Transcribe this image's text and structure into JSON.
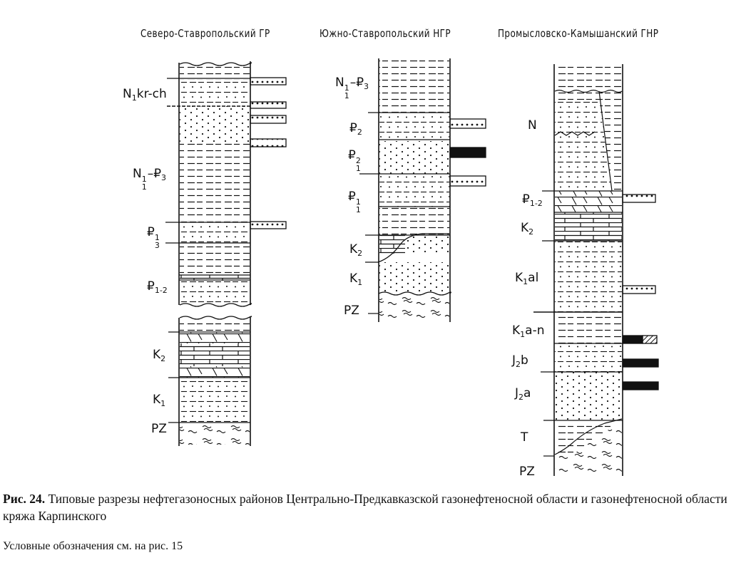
{
  "columns": [
    {
      "title": "Северо-Ставропольский ГР",
      "labels": [
        {
          "id": "n1krch",
          "parts": [
            [
              "t",
              "N"
            ],
            [
              "sub",
              "1"
            ],
            [
              "t",
              "kr-ch"
            ]
          ]
        },
        {
          "id": "n1p3",
          "parts": [
            [
              "t",
              "N"
            ],
            [
              "ss",
              "1",
              "1"
            ],
            [
              "t",
              "–₽"
            ],
            [
              "sub",
              "3"
            ]
          ]
        },
        {
          "id": "p31",
          "parts": [
            [
              "t",
              "₽"
            ],
            [
              "ss",
              "1",
              "3"
            ]
          ]
        },
        {
          "id": "p12",
          "parts": [
            [
              "t",
              "₽"
            ],
            [
              "sub",
              "1-2"
            ]
          ]
        },
        {
          "id": "k2",
          "parts": [
            [
              "t",
              "K"
            ],
            [
              "sub",
              "2"
            ]
          ]
        },
        {
          "id": "k1",
          "parts": [
            [
              "t",
              "K"
            ],
            [
              "sub",
              "1"
            ]
          ]
        },
        {
          "id": "pz",
          "parts": [
            [
              "t",
              "PZ"
            ]
          ]
        }
      ]
    },
    {
      "title": "Южно-Ставропольский НГР",
      "labels": [
        {
          "id": "n1p3",
          "parts": [
            [
              "t",
              "N"
            ],
            [
              "ss",
              "1",
              "1"
            ],
            [
              "t",
              "–₽"
            ],
            [
              "sub",
              "3"
            ]
          ]
        },
        {
          "id": "p2",
          "parts": [
            [
              "t",
              "₽"
            ],
            [
              "sub",
              "2"
            ]
          ]
        },
        {
          "id": "p12",
          "parts": [
            [
              "t",
              "₽"
            ],
            [
              "ss",
              "2",
              "1"
            ]
          ]
        },
        {
          "id": "p11",
          "parts": [
            [
              "t",
              "₽"
            ],
            [
              "ss",
              "1",
              "1"
            ]
          ]
        },
        {
          "id": "k2",
          "parts": [
            [
              "t",
              "K"
            ],
            [
              "sub",
              "2"
            ]
          ]
        },
        {
          "id": "k1",
          "parts": [
            [
              "t",
              "K"
            ],
            [
              "sub",
              "1"
            ]
          ]
        },
        {
          "id": "pz",
          "parts": [
            [
              "t",
              "PZ"
            ]
          ]
        }
      ]
    },
    {
      "title": "Промысловско-Камышанский ГНР",
      "labels": [
        {
          "id": "n",
          "parts": [
            [
              "t",
              "N"
            ]
          ]
        },
        {
          "id": "p12",
          "parts": [
            [
              "t",
              "₽"
            ],
            [
              "sub",
              "1-2"
            ]
          ]
        },
        {
          "id": "k2",
          "parts": [
            [
              "t",
              "K"
            ],
            [
              "sub",
              "2"
            ]
          ]
        },
        {
          "id": "k1al",
          "parts": [
            [
              "t",
              "K"
            ],
            [
              "sub",
              "1"
            ],
            [
              "t",
              "al"
            ]
          ]
        },
        {
          "id": "k1an",
          "parts": [
            [
              "t",
              "K"
            ],
            [
              "sub",
              "1"
            ],
            [
              "t",
              "a-n"
            ]
          ]
        },
        {
          "id": "j2b",
          "parts": [
            [
              "t",
              "J"
            ],
            [
              "sub",
              "2"
            ],
            [
              "t",
              "b"
            ]
          ]
        },
        {
          "id": "j2a",
          "parts": [
            [
              "t",
              "J"
            ],
            [
              "sub",
              "2"
            ],
            [
              "t",
              "a"
            ]
          ]
        },
        {
          "id": "t",
          "parts": [
            [
              "t",
              "T"
            ]
          ]
        },
        {
          "id": "pz",
          "parts": [
            [
              "t",
              "PZ"
            ]
          ]
        }
      ]
    }
  ],
  "caption": {
    "figure_no": "Рис. 24.",
    "text": " Типовые разрезы нефтегазоносных районов Центрально-Предкавказской газонефтеносной области и газонефтеносной области кряжа Карпинского"
  },
  "legend_note": "Условные обозначения см. на рис. 15"
}
